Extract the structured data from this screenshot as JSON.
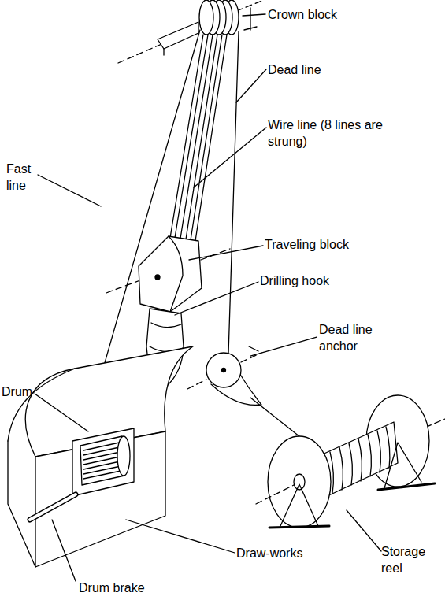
{
  "diagram": {
    "labels": [
      "Crown block",
      "Dead line",
      "Wire line (8 lines are strung)",
      "Fast line",
      "Traveling block",
      "Drilling hook",
      "Dead line anchor",
      "Drum",
      "Draw-works",
      "Storage reel",
      "Drum brake"
    ]
  }
}
